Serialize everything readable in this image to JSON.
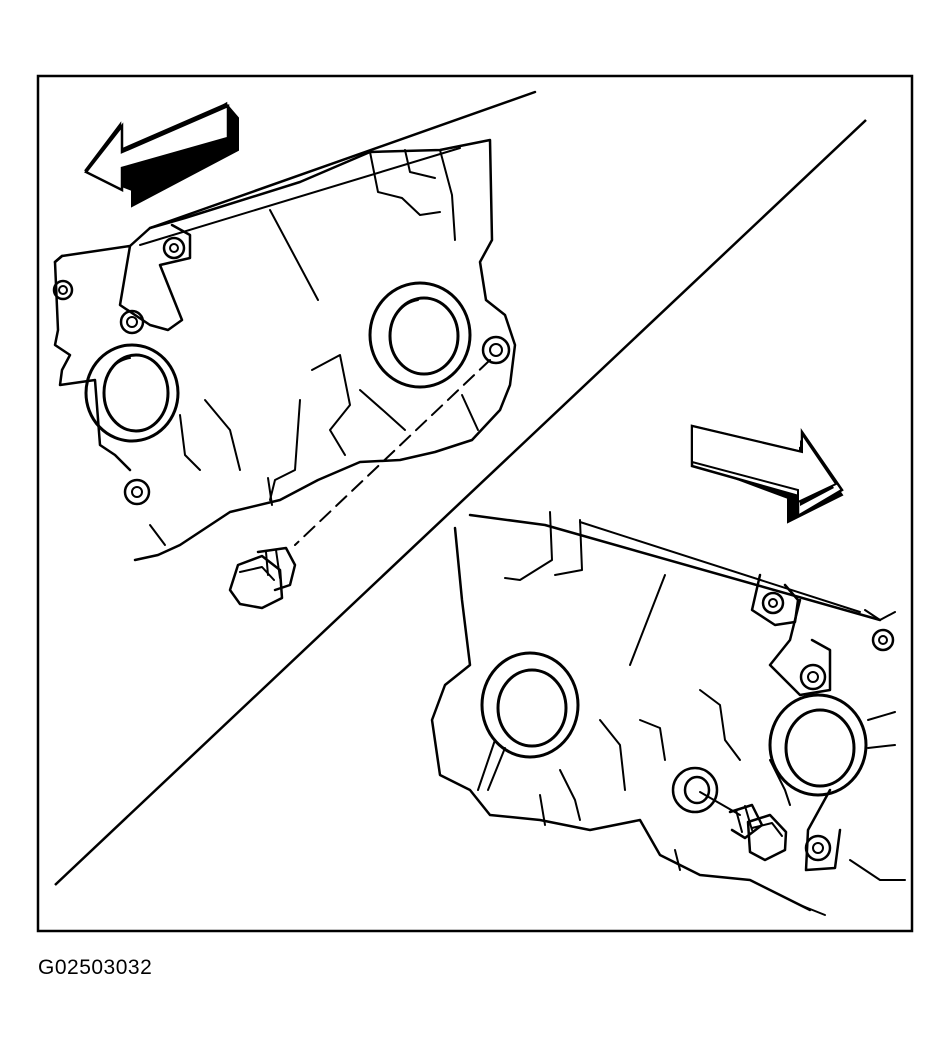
{
  "figure": {
    "code": "G02503032"
  },
  "colors": {
    "ink": "#000000",
    "paper": "#ffffff"
  },
  "panels": [
    {
      "name": "upper-left-view",
      "direction": "arrow-left"
    },
    {
      "name": "lower-right-view",
      "direction": "arrow-right"
    }
  ]
}
